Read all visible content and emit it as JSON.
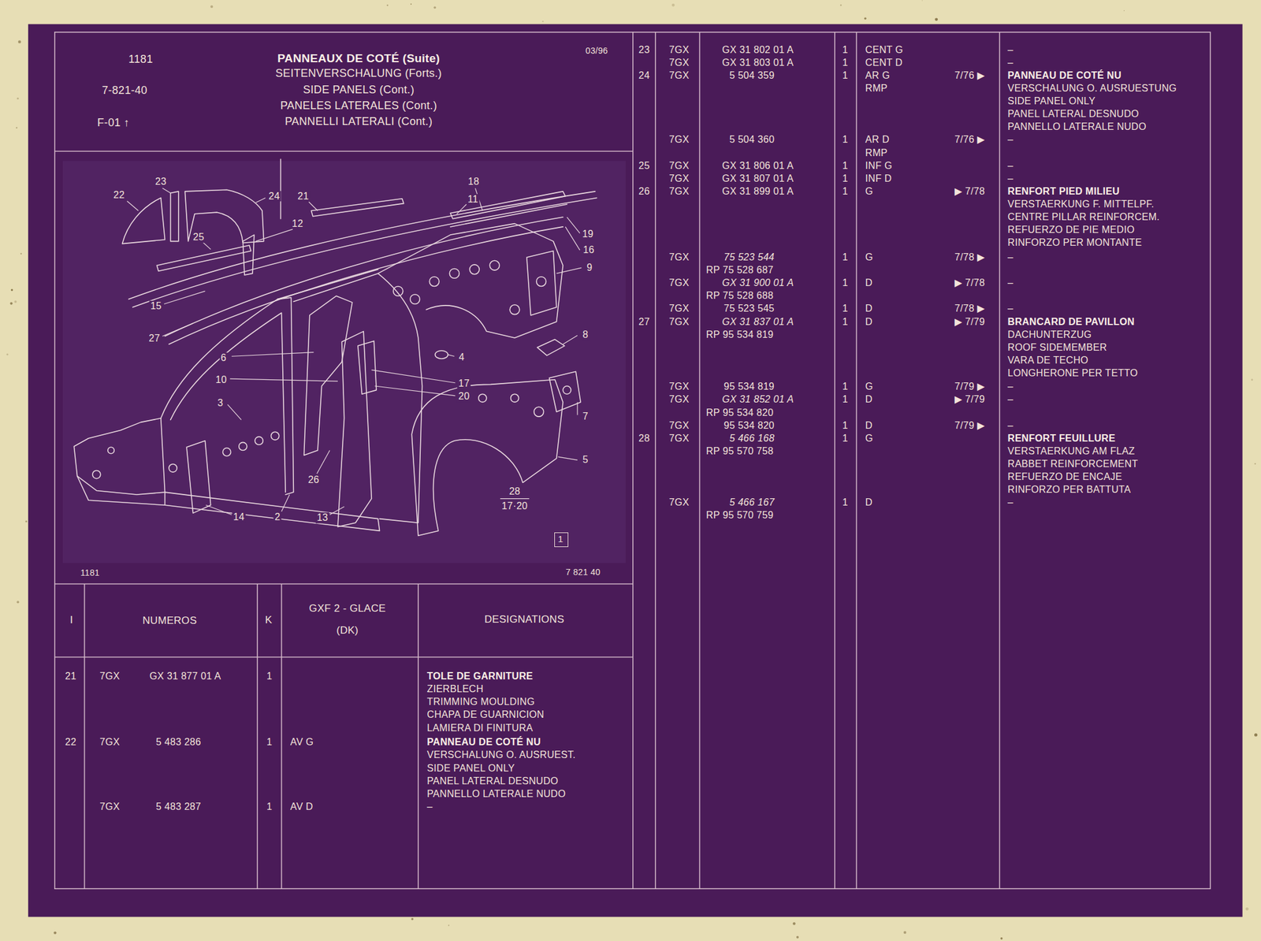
{
  "diagram": {
    "title": "PANNEAUX DE COTÉ (Suite)",
    "nodes": [
      {
        "text": [
          "1"
        ]
      }
    ],
    "labels": [
      "1181",
      "7-821-40",
      "F-01 ↑",
      "SEITENVERSCHALUNG (Forts.)",
      "SIDE PANELS (Cont.)",
      "PANELES LATERALES (Cont.)",
      "PANNELLI LATERALI (Cont.)",
      "03/96",
      "22",
      "23",
      "24",
      "21",
      "25",
      "12",
      "18",
      "11",
      "19",
      "16",
      "9",
      "15",
      "27",
      "8",
      "6",
      "4",
      "10",
      "17",
      "20",
      "3",
      "7",
      "5",
      "26",
      "14",
      "2",
      "13",
      "28",
      "17·20",
      "1181",
      "7 821 40",
      "I",
      "NUMEROS",
      "K",
      "GXF 2 - GLACE",
      "(DK)",
      "DESIGNATIONS",
      "21",
      "7GX",
      "GX 31 877 01 A",
      "1",
      "TOLE DE GARNITURE",
      "ZIERBLECH",
      "TRIMMING MOULDING",
      "CHAPA DE GUARNICION",
      "LAMIERA DI FINITURA",
      "22",
      "7GX",
      "5 483 286",
      "1",
      "AV G",
      "PANNEAU DE COTÉ NU",
      "VERSCHALUNG O. AUSRUEST.",
      "SIDE PANEL ONLY",
      "PANEL LATERAL DESNUDO",
      "PANNELLO LATERALE NUDO",
      "7GX",
      "5 483 287",
      "1",
      "AV D",
      "–",
      "23",
      "7GX",
      "GX 31 802 01 A",
      "1",
      "CENT G",
      "–",
      "7GX",
      "GX 31 803 01 A",
      "1",
      "CENT D",
      "–",
      "24",
      "7GX",
      "5 504 359",
      "1",
      "AR G",
      "7/76 ▶",
      "PANNEAU DE COTÉ NU",
      "RMP",
      "VERSCHALUNG O. AUSRUESTUNG",
      "SIDE PANEL ONLY",
      "PANEL LATERAL DESNUDO",
      "PANNELLO LATERALE NUDO",
      "7GX",
      "5 504 360",
      "1",
      "AR D",
      "7/76 ▶",
      "–",
      "RMP",
      "25",
      "7GX",
      "GX 31 806 01 A",
      "1",
      "INF G",
      "–",
      "7GX",
      "GX 31 807 01 A",
      "1",
      "INF D",
      "–",
      "26",
      "7GX",
      "GX 31 899 01 A",
      "1",
      "G",
      "▶ 7/78",
      "RENFORT PIED MILIEU",
      "VERSTAERKUNG F. MITTELPF.",
      "CENTRE PILLAR REINFORCEM.",
      "REFUERZO DE PIE MEDIO",
      "RINFORZO PER MONTANTE",
      "7GX",
      "75 523 544",
      "1",
      "G",
      "7/78 ▶",
      "–",
      "RP 75 528 687",
      "7GX",
      "GX 31 900 01 A",
      "1",
      "D",
      "▶ 7/78",
      "–",
      "RP 75 528 688",
      "7GX",
      "75 523 545",
      "1",
      "D",
      "7/78 ▶",
      "–",
      "27",
      "7GX",
      "GX 31 837 01 A",
      "1",
      "D",
      "▶ 7/79",
      "BRANCARD DE PAVILLON",
      "RP 95 534 819",
      "DACHUNTERZUG",
      "ROOF SIDEMEMBER",
      "VARA DE TECHO",
      "LONGHERONE PER TETTO",
      "7GX",
      "95 534 819",
      "1",
      "G",
      "7/79 ▶",
      "–",
      "7GX",
      "GX 31 852 01 A",
      "1",
      "D",
      "▶ 7/79",
      "–",
      "RP 95 534 820",
      "7GX",
      "95 534 820",
      "1",
      "D",
      "7/79 ▶",
      "–",
      "28",
      "7GX",
      "5 466 168",
      "1",
      "G",
      "RENFORT FEUILLURE",
      "RP 95 570 758",
      "VERSTAERKUNG AM FLAZ",
      "RABBET REINFORCEMENT",
      "REFUERZO DE ENCAJE",
      "RINFORZO PER BATTUTA",
      "7GX",
      "5 466 167",
      "1",
      "D",
      "–",
      "RP 95 570 759"
    ]
  }
}
